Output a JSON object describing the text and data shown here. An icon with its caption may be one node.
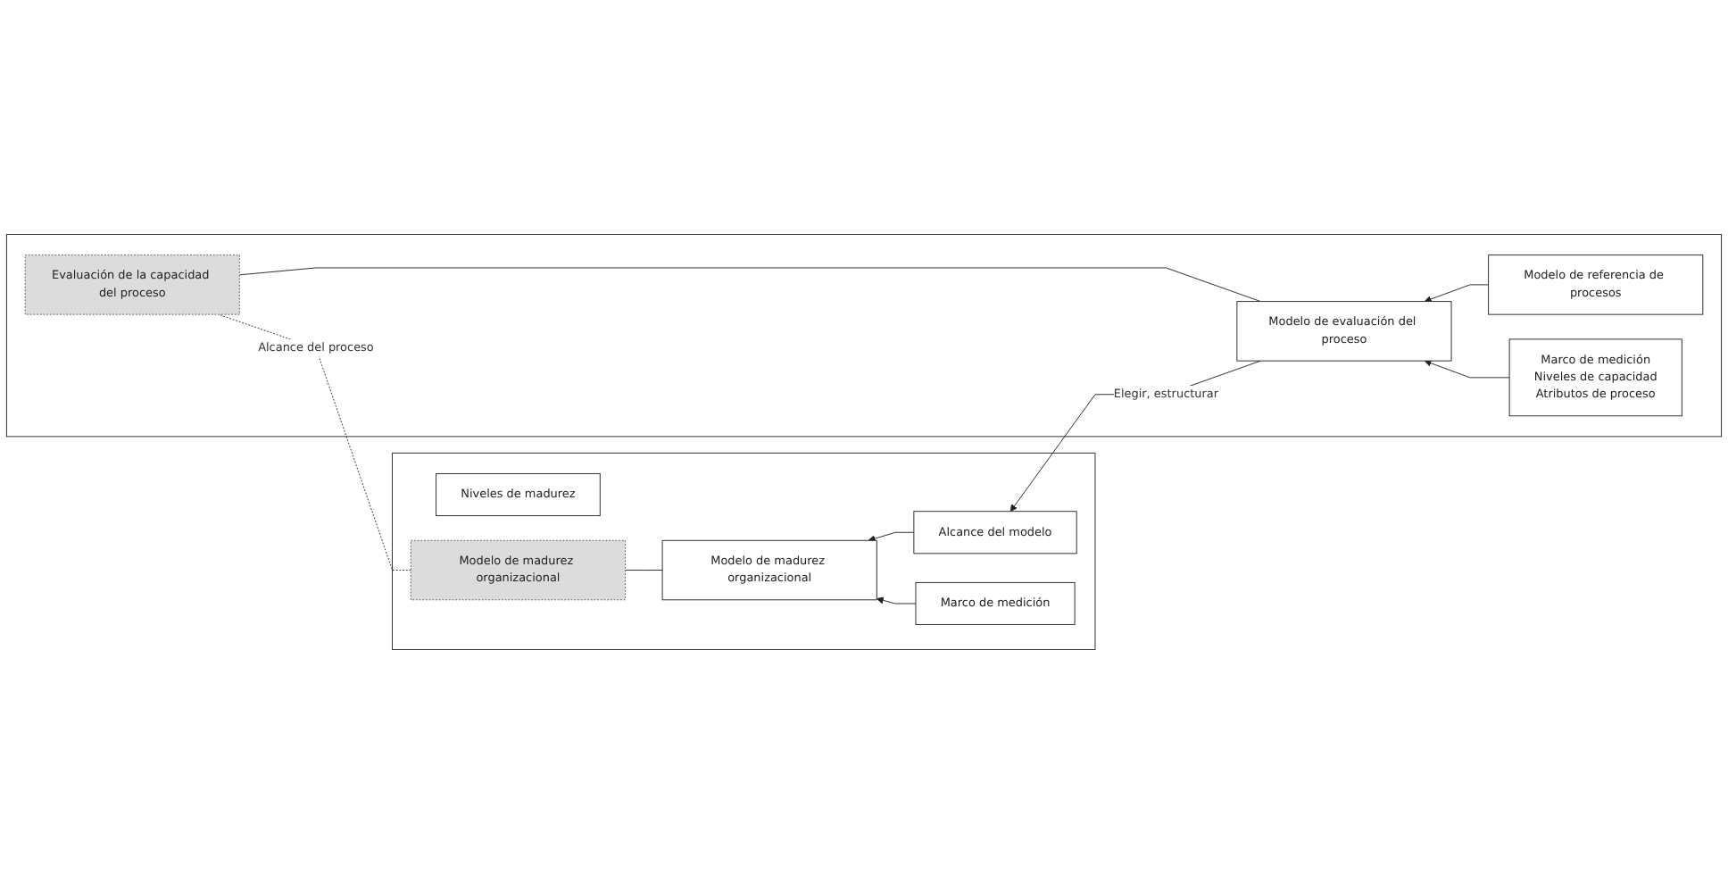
{
  "diagram": {
    "nodes": [
      {
        "text": [],
        "shape": "box"
      },
      {
        "text": [
          "Modelo de madurez organizacional"
        ],
        "in": 0
      },
      {
        "text": [
          "Alcance del modelo"
        ],
        "in": 0
      },
      {
        "text": [
          "Marco de medición"
        ],
        "in": 0
      },
      {
        "text": [
          "Niveles de madurez"
        ],
        "in": 0
      },
      {
        "text": [
          "Modelo de madurez organizacional"
        ],
        "in": 0
      },
      {
        "text": [],
        "shape": "box"
      },
      {
        "text": [
          "Modelo de evaluación del proceso"
        ],
        "in": 6
      },
      {
        "text": [
          "Modelo de referencia de procesos"
        ],
        "in": 6
      },
      {
        "text": [
          "Marco de medición",
          "Niveles de capacidad",
          "Atributos de proceso"
        ],
        "in": 6
      },
      {
        "text": [
          "Evaluación de la capacidad del proceso"
        ],
        "in": 6
      }
    ],
    "edges": [
      {
        "from": 7,
        "to": 2,
        "arrow": "to",
        "label": "Elegir, estructurar"
      },
      {
        "from": 2,
        "to": 1,
        "arrow": "to"
      },
      {
        "from": 3,
        "to": 1,
        "arrow": "to"
      },
      {
        "from": 8,
        "to": 7,
        "arrow": "to"
      },
      {
        "from": 9,
        "to": 7,
        "arrow": "to"
      },
      {
        "from": 1,
        "to": 5,
        "arrow": "none"
      },
      {
        "from": 7,
        "to": 10,
        "arrow": "none"
      },
      {
        "from": 5,
        "to": 10,
        "arrow": "none",
        "style": "dashed",
        "label": "Alcance del proceso"
      }
    ]
  }
}
